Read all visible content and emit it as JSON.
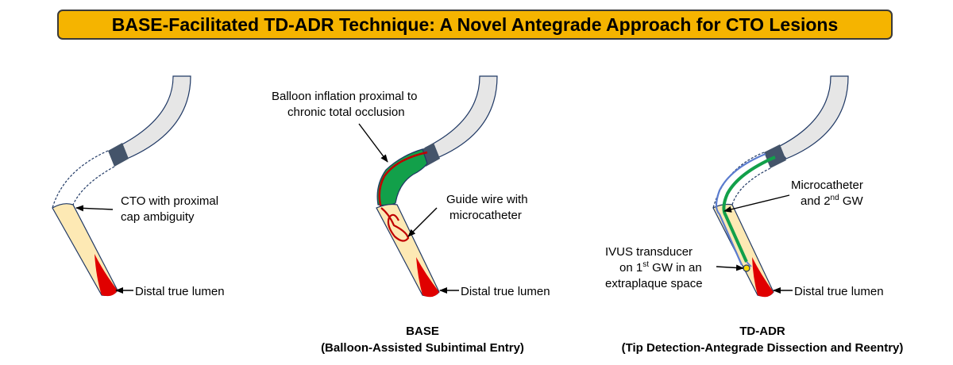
{
  "title": "BASE-Facilitated TD-ADR Technique: A Novel Antegrade Approach for CTO Lesions",
  "colors": {
    "title_bg": "#f5b400",
    "vessel_fill": "#e6e6e6",
    "vessel_outline": "#1f3864",
    "occlusion_fill": "#fde9b4",
    "lumen_red": "#e00000",
    "balloon_green": "#12a04a",
    "catheter_block": "#44546a",
    "wire_blue": "#5b7ccf",
    "ivus_yellow": "#ffd700"
  },
  "panel_left": {
    "callout_cto": [
      "CTO with proximal",
      "cap ambiguity"
    ],
    "callout_lumen": "Distal true lumen"
  },
  "panel_middle": {
    "callout_balloon": [
      "Balloon inflation proximal to",
      "chronic total occlusion"
    ],
    "callout_wire": [
      "Guide wire with",
      "microcatheter"
    ],
    "callout_lumen": "Distal true lumen",
    "caption_title": "BASE",
    "caption_subtitle": "(Balloon-Assisted Subintimal Entry)"
  },
  "panel_right": {
    "callout_micro": {
      "line1": "Microcatheter",
      "line2_pre": "and 2",
      "line2_sup": "nd",
      "line2_post": " GW"
    },
    "callout_ivus": {
      "line1": "IVUS transducer",
      "line2_pre": "on 1",
      "line2_sup": "st",
      "line2_post": " GW in an",
      "line3": "extraplaque space"
    },
    "callout_lumen": "Distal true lumen",
    "caption_title": "TD-ADR",
    "caption_subtitle": "(Tip Detection-Antegrade Dissection and Reentry)"
  }
}
